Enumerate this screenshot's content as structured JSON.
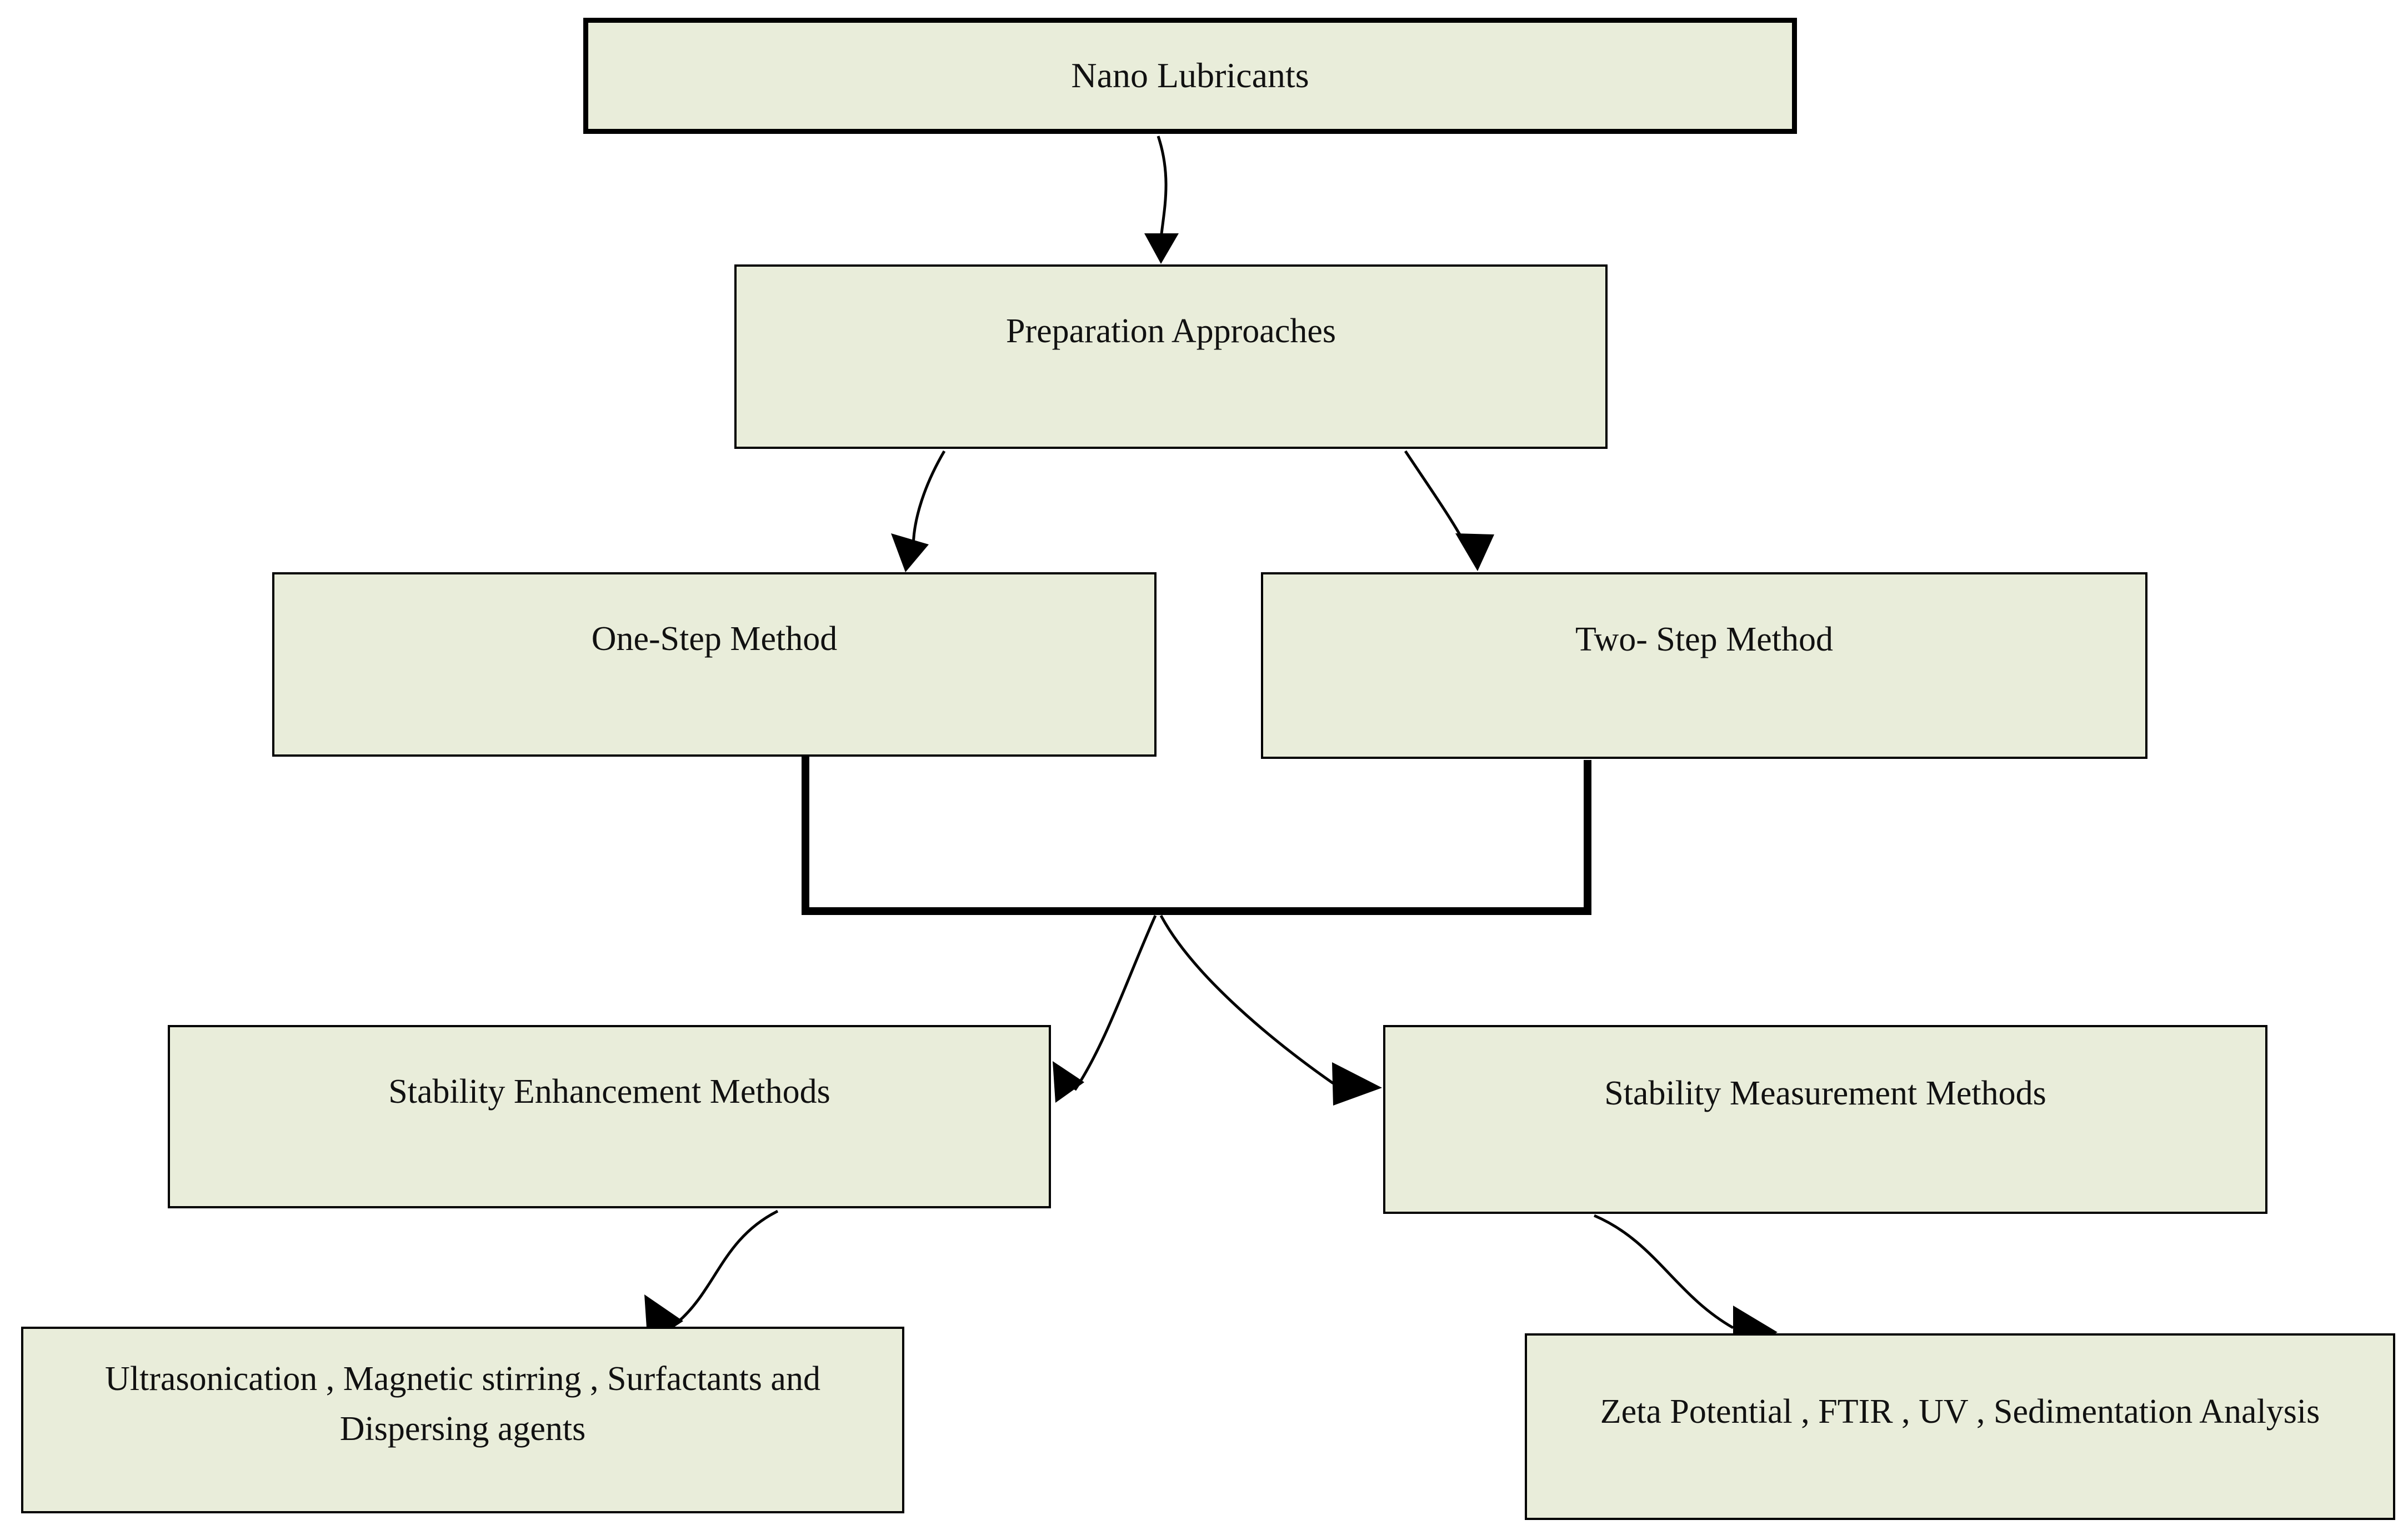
{
  "diagram": {
    "title": "Nano Lubricants preparation and stability flowchart",
    "colors": {
      "node_fill": "#e9edda",
      "node_border": "#000000",
      "edge": "#000000",
      "background": "#ffffff"
    },
    "nodes": {
      "root": {
        "label": "Nano Lubricants"
      },
      "preparation": {
        "label": "Preparation Approaches"
      },
      "one_step": {
        "label": "One-Step Method"
      },
      "two_step": {
        "label": "Two- Step Method"
      },
      "stability_enhancement": {
        "label": "Stability Enhancement Methods"
      },
      "stability_measurement": {
        "label": "Stability Measurement Methods"
      },
      "enhancement_items": {
        "label": "Ultrasonication , Magnetic stirring , Surfactants and Dispersing agents"
      },
      "measurement_items": {
        "label": "Zeta Potential , FTIR , UV , Sedimentation Analysis"
      }
    },
    "edges": [
      {
        "from": "root",
        "to": "preparation"
      },
      {
        "from": "preparation",
        "to": "one_step"
      },
      {
        "from": "preparation",
        "to": "two_step"
      },
      {
        "from": "one_step",
        "to": "join_bar"
      },
      {
        "from": "two_step",
        "to": "join_bar"
      },
      {
        "from": "join_bar",
        "to": "stability_enhancement"
      },
      {
        "from": "join_bar",
        "to": "stability_measurement"
      },
      {
        "from": "stability_enhancement",
        "to": "enhancement_items"
      },
      {
        "from": "stability_measurement",
        "to": "measurement_items"
      }
    ]
  }
}
